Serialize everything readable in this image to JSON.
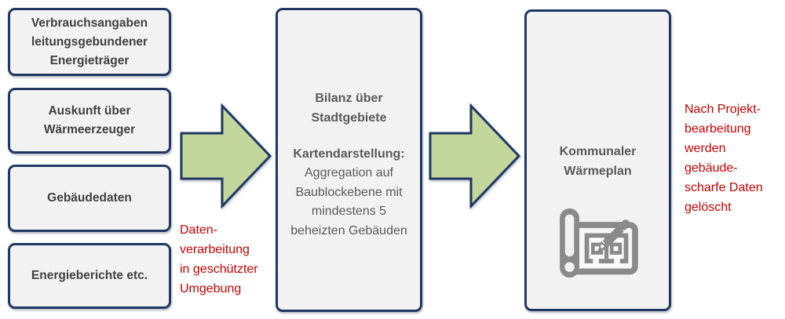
{
  "colors": {
    "box_fill": "#f2f2f2",
    "box_border": "#1f3864",
    "box_text": "#404040",
    "body_text": "#595959",
    "arrow_fill": "#c3d69b",
    "arrow_border": "#1f3864",
    "red_text": "#c40000",
    "icon_gray": "#8a8a8a"
  },
  "inputs": {
    "items": [
      {
        "label": "Verbrauchsangaben leitungsgebundener Energieträger"
      },
      {
        "label": "Auskunft über Wärmeerzeuger"
      },
      {
        "label": "Gebäudedaten"
      },
      {
        "label": "Energieberichte etc."
      }
    ]
  },
  "process_box": {
    "title": "Bilanz über Stadtgebiete",
    "subtitle": "Kartendarstellung:",
    "body_lines": [
      "Aggregation auf",
      "Baublockebene mit",
      "mindestens 5",
      "beheizten Gebäuden"
    ]
  },
  "result_box": {
    "title": "Kommunaler Wärmeplan",
    "icon": "blueprint-pencil-icon"
  },
  "annotations": {
    "data_processing": {
      "lines": [
        "Daten-",
        "verarbeitung",
        "in geschützter",
        "Umgebung"
      ]
    },
    "data_deletion": {
      "lines": [
        "Nach Projekt-",
        "bearbeitung",
        "werden",
        "gebäude-",
        "scharfe Daten",
        "gelöscht"
      ]
    }
  }
}
